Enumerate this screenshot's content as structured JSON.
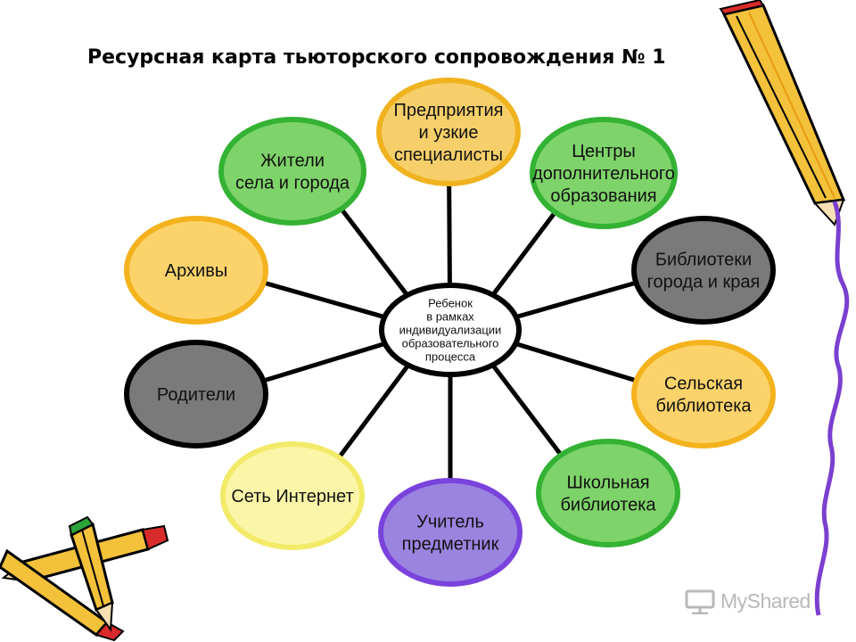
{
  "title": "Ресурсная карта тьюторского сопровождения № 1",
  "center": {
    "lines": [
      "Ребенок",
      "в рамках",
      "индивидуализации",
      "образовательного",
      "процесса"
    ]
  },
  "nodes": [
    {
      "id": "enterprises",
      "lines": [
        "Предприятия",
        "и узкие",
        "специалисты"
      ],
      "fill": "#f6cf6a",
      "stroke": "#f0b21f"
    },
    {
      "id": "centers",
      "lines": [
        "Центры",
        "дополнительного",
        "образования"
      ],
      "fill": "#7ed36a",
      "stroke": "#33b233"
    },
    {
      "id": "libraries-city",
      "lines": [
        "Библиотеки",
        "города и края"
      ],
      "fill": "#7a7a7a",
      "stroke": "#000000"
    },
    {
      "id": "village-library",
      "lines": [
        "Сельская",
        "библиотека"
      ],
      "fill": "#fbd36a",
      "stroke": "#f4b21c"
    },
    {
      "id": "school-library",
      "lines": [
        "Школьная",
        "библиотека"
      ],
      "fill": "#7ed36a",
      "stroke": "#33b233"
    },
    {
      "id": "teacher",
      "lines": [
        "Учитель",
        "предметник"
      ],
      "fill": "#9b84e0",
      "stroke": "#7a43dc"
    },
    {
      "id": "internet",
      "lines": [
        "Сеть Интернет"
      ],
      "fill": "#fbf5a8",
      "stroke": "#f2ea68"
    },
    {
      "id": "parents",
      "lines": [
        "Родители"
      ],
      "fill": "#7a7a7a",
      "stroke": "#000000"
    },
    {
      "id": "archives",
      "lines": [
        "Архивы"
      ],
      "fill": "#fbd36a",
      "stroke": "#f4b21c"
    },
    {
      "id": "residents",
      "lines": [
        "Жители",
        "села и города"
      ],
      "fill": "#7ed36a",
      "stroke": "#33b233"
    }
  ],
  "watermark": "MyShared",
  "colors": {
    "connector": "#000000",
    "center_fill": "#ffffff",
    "pencil_body": "#f3c13a",
    "pencil_tip": "#d92b2b",
    "squiggle": "#7b3fd0"
  }
}
